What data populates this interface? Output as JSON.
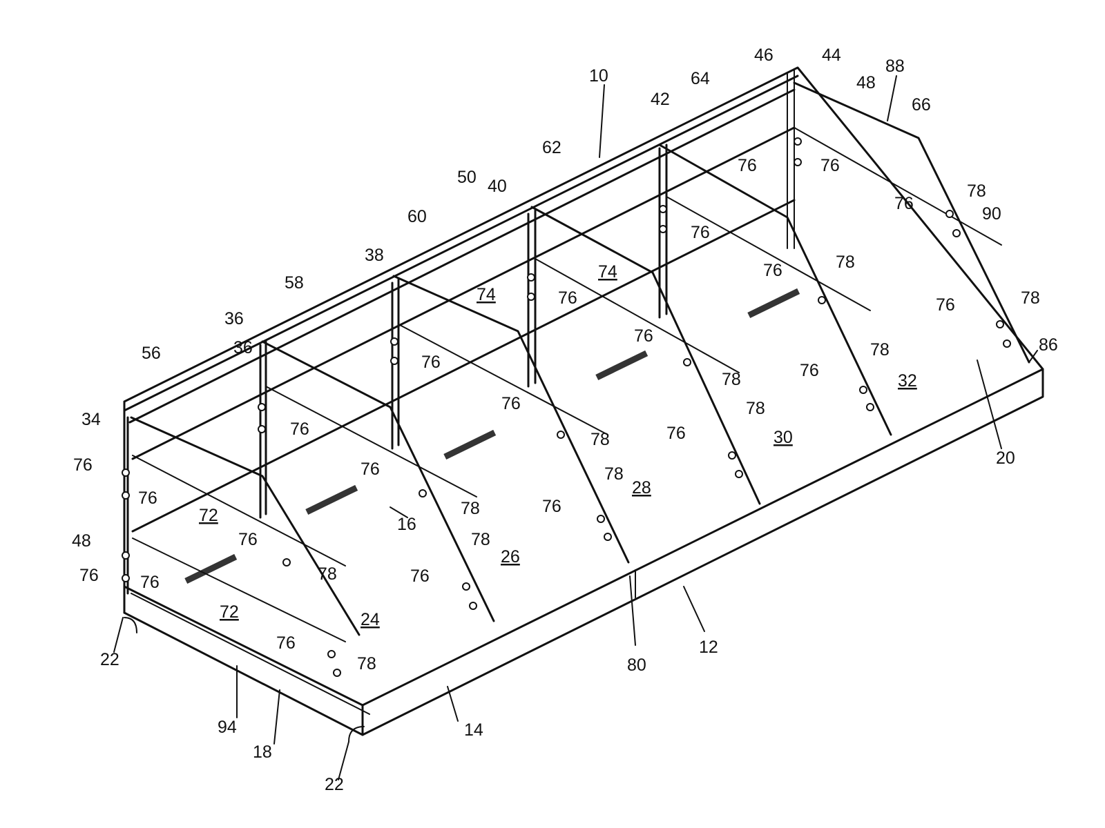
{
  "figure": {
    "reference_labels": {
      "10": "10",
      "12": "12",
      "14": "14",
      "16": "16",
      "18": "18",
      "20": "20",
      "22a": "22",
      "22b": "22",
      "24": "24",
      "26": "26",
      "28": "28",
      "30": "30",
      "32": "32",
      "34": "34",
      "36a": "36",
      "36b": "36",
      "38": "38",
      "40": "40",
      "42": "42",
      "44": "44",
      "46": "46",
      "48a": "48",
      "48b": "48",
      "50": "50",
      "56": "56",
      "58": "58",
      "60": "60",
      "62": "62",
      "64": "64",
      "66": "66",
      "72a": "72",
      "72b": "72",
      "74a": "74",
      "74b": "74",
      "76": "76",
      "78": "78",
      "80": "80",
      "86": "86",
      "88": "88",
      "90": "90",
      "94": "94"
    }
  }
}
